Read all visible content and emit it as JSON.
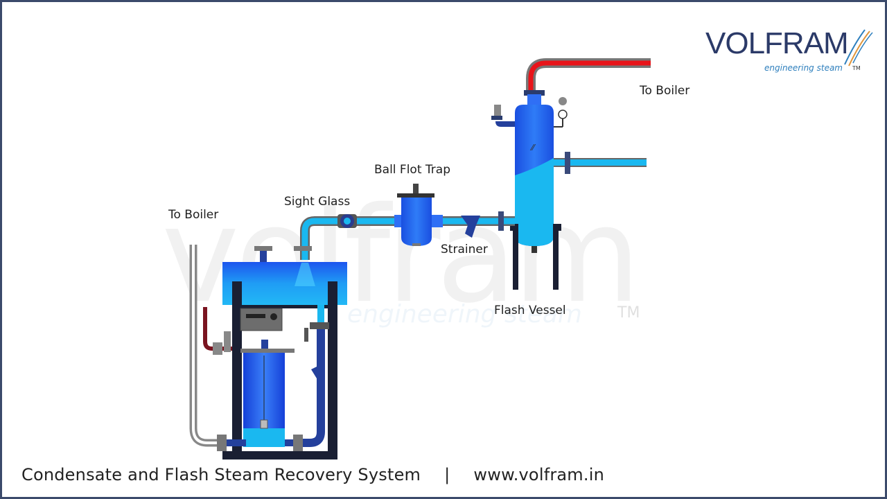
{
  "logo": {
    "brand": "VOLFRAM",
    "tagline": "engineering steam",
    "trademark": "TM"
  },
  "watermark": {
    "brand": "volfram",
    "tagline": "engineering steam",
    "trademark": "TM"
  },
  "labels": {
    "to_boiler_top": "To Boiler",
    "to_boiler_left": "To Boiler",
    "sight_glass": "Sight Glass",
    "ball_float_trap": "Ball Flot Trap",
    "strainer": "Strainer",
    "flash_vessel": "Flash Vessel"
  },
  "footer": {
    "title": "Condensate and Flash Steam Recovery System",
    "separator": "|",
    "website": "www.volfram.in"
  },
  "colors": {
    "steam_red": "#e8141a",
    "water_cyan": "#1ab8f0",
    "vessel_blue": "#1e5cf0",
    "frame_dark": "#1a1f33",
    "pipe_gray": "#8a8a8a",
    "brand_navy": "#2b3a68"
  }
}
